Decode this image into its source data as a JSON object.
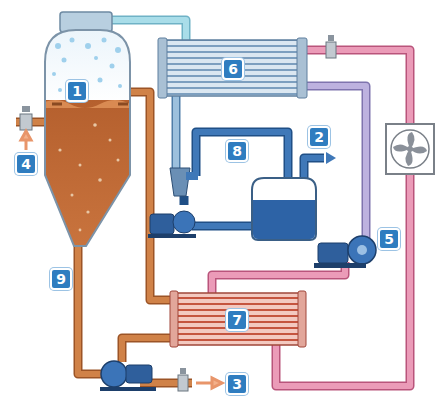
{
  "diagram": {
    "labels": [
      "1",
      "6",
      "2",
      "8",
      "4",
      "5",
      "9",
      "7",
      "3"
    ]
  }
}
